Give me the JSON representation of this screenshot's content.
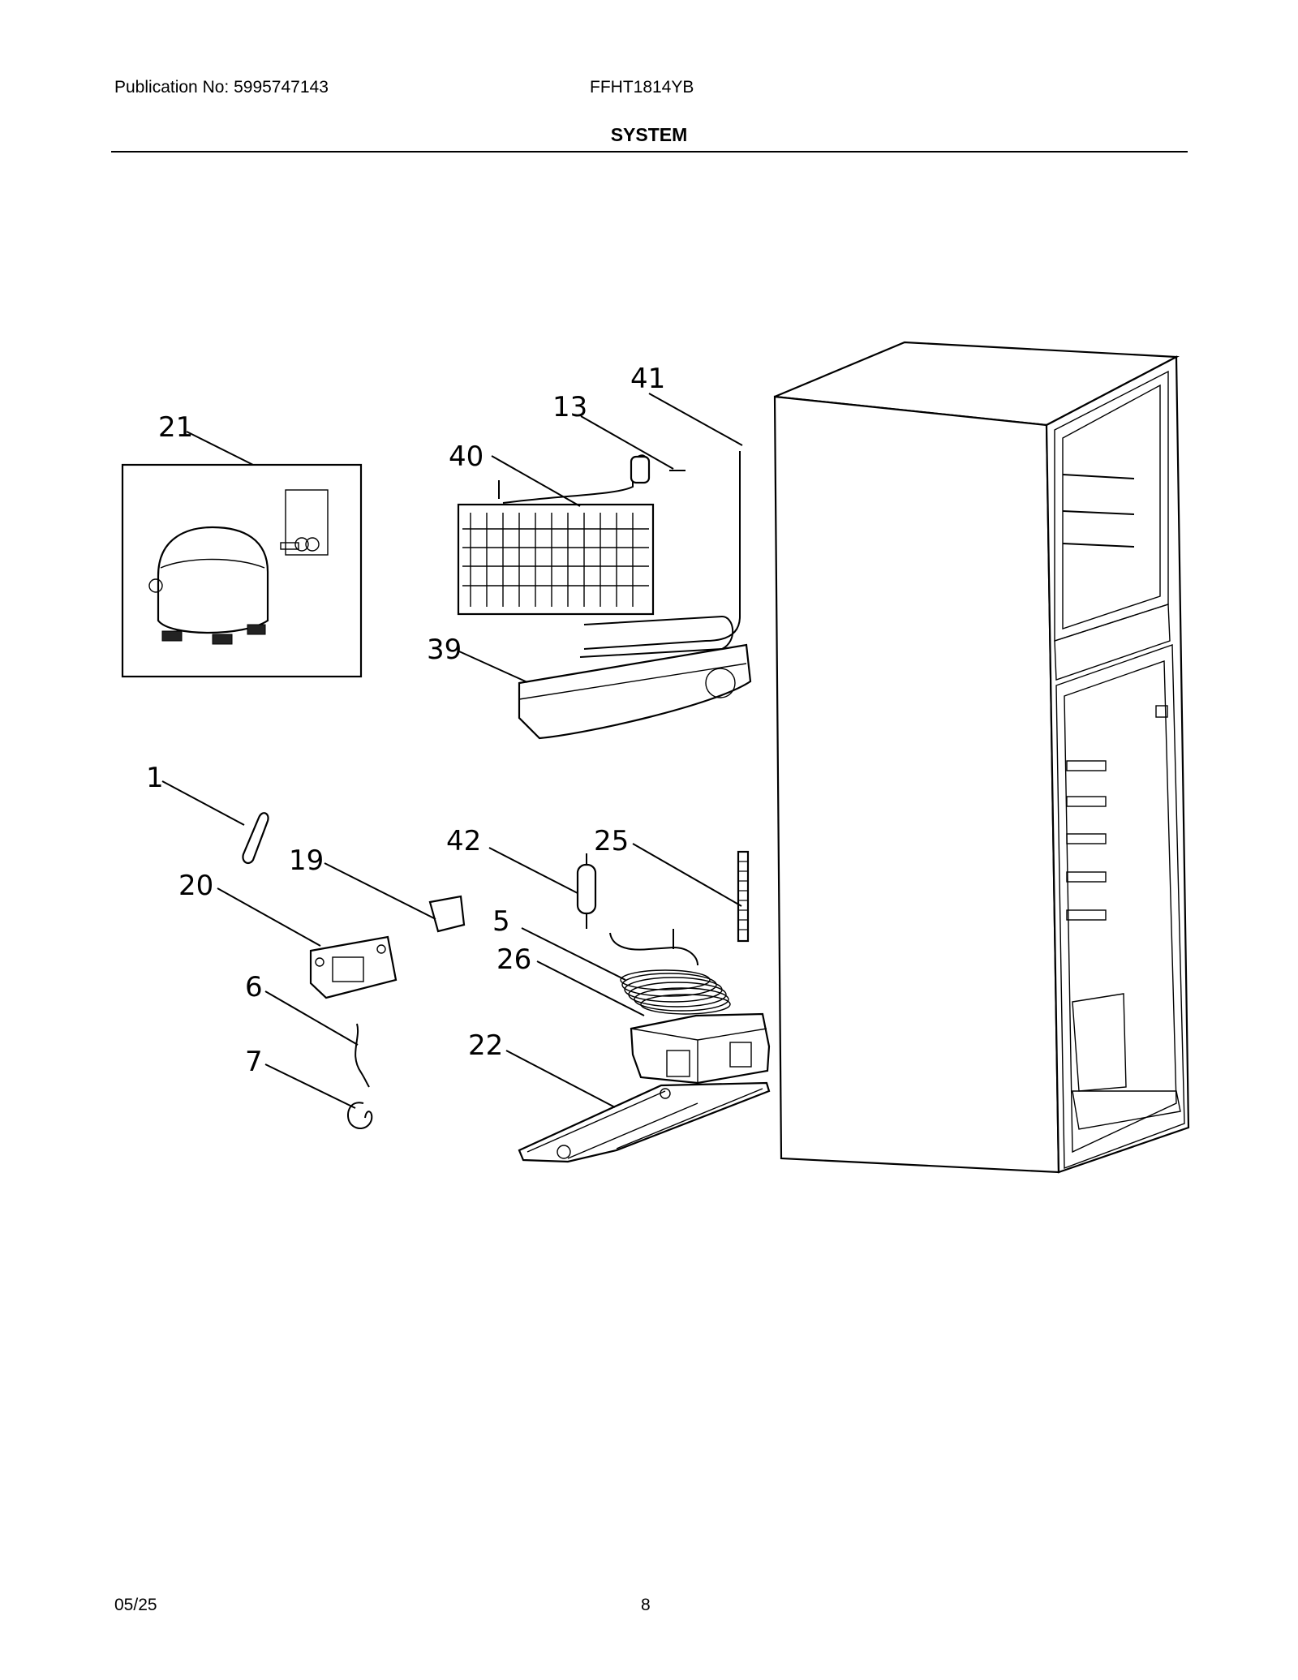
{
  "header": {
    "publication": "Publication No: 5995747143",
    "model": "FFHT1814YB",
    "section_title": "SYSTEM"
  },
  "footer": {
    "date": "05/25",
    "page_number": "8"
  },
  "callouts": [
    {
      "id": "41",
      "label": "41"
    },
    {
      "id": "13",
      "label": "13"
    },
    {
      "id": "40",
      "label": "40"
    },
    {
      "id": "21",
      "label": "21"
    },
    {
      "id": "39",
      "label": "39"
    },
    {
      "id": "1",
      "label": "1"
    },
    {
      "id": "19",
      "label": "19"
    },
    {
      "id": "20",
      "label": "20"
    },
    {
      "id": "42",
      "label": "42"
    },
    {
      "id": "25",
      "label": "25"
    },
    {
      "id": "5",
      "label": "5"
    },
    {
      "id": "26",
      "label": "26"
    },
    {
      "id": "6",
      "label": "6"
    },
    {
      "id": "7",
      "label": "7"
    },
    {
      "id": "22",
      "label": "22"
    }
  ]
}
